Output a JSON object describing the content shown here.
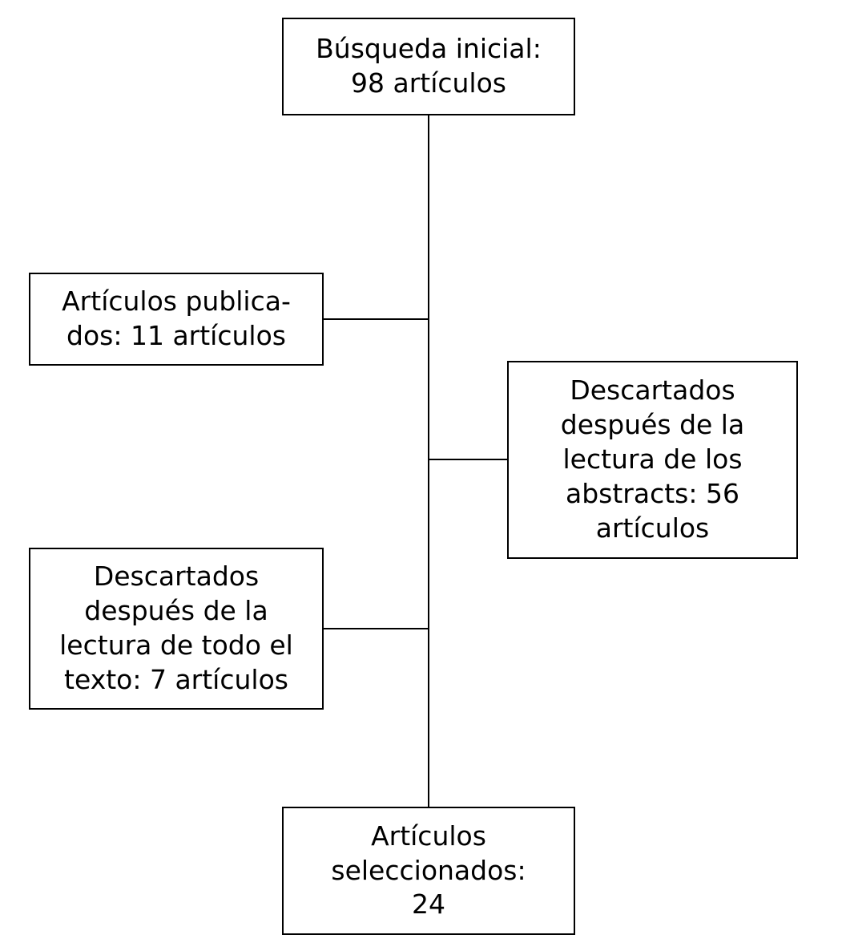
{
  "diagram": {
    "type": "flowchart",
    "title": "Article selection flow (PRISMA-style)",
    "background_color": "#ffffff",
    "line_color": "#000000",
    "nodes": {
      "initial_search": {
        "text": "Búsqueda inicial:\n98 artículos",
        "count": 98
      },
      "published": {
        "text": "Artículos publica-\ndos: 11 artículos",
        "count": 11
      },
      "discarded_abstracts": {
        "text": "Descartados\ndespués de la\nlectura de los\nabstracts: 56\nartículos",
        "count": 56
      },
      "discarded_fulltext": {
        "text": "Descartados\ndespués de la\nlectura de todo el\ntexto: 7 artículos",
        "count": 7
      },
      "selected": {
        "text": "Artículos\nseleccionados:\n24",
        "count": 24
      }
    }
  }
}
